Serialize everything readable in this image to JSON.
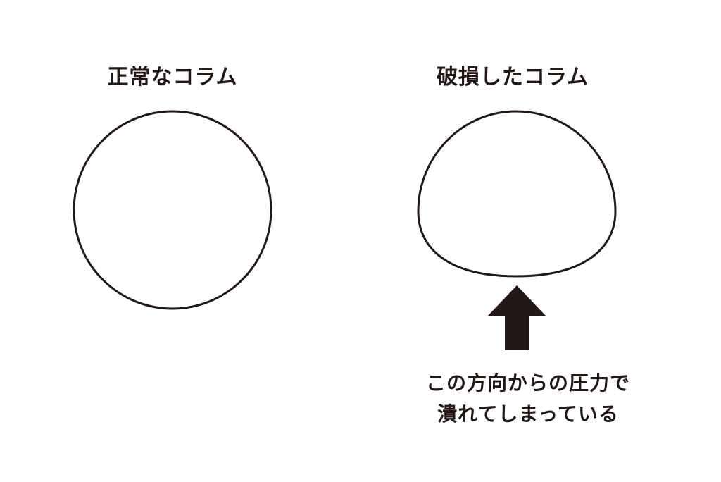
{
  "diagram": {
    "left_panel": {
      "title": "正常なコラム"
    },
    "right_panel": {
      "title": "破損したコラム",
      "caption_line1": "この方向からの圧力で",
      "caption_line2": "潰れてしまっている"
    },
    "colors": {
      "outline": "#231815",
      "arrow": "#231815",
      "background": "#ffffff"
    }
  }
}
